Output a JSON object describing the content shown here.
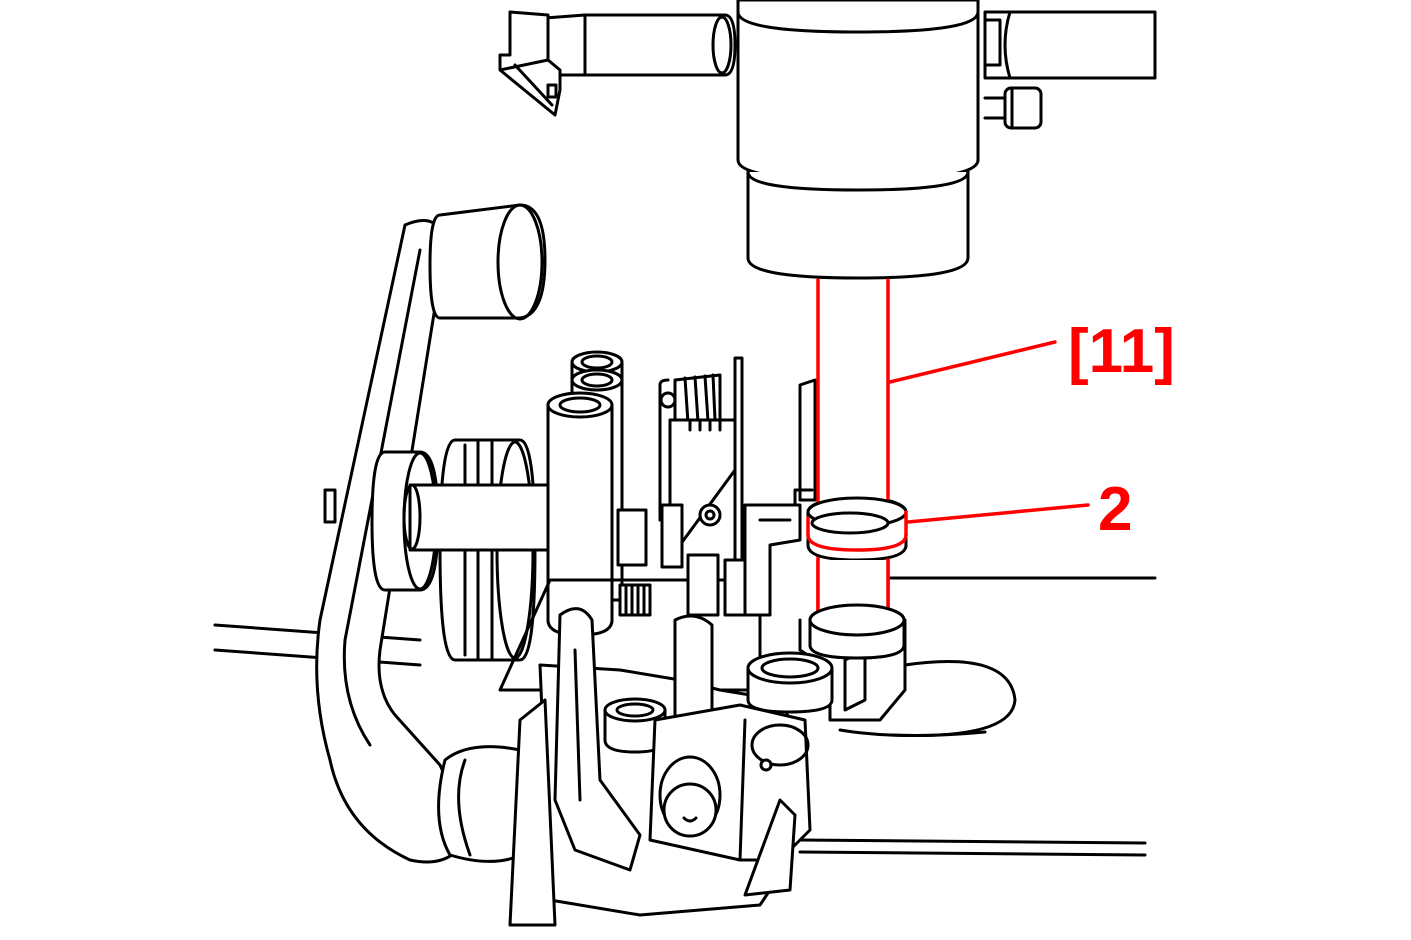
{
  "callouts": [
    {
      "id": "shaft",
      "label": "[11]"
    },
    {
      "id": "collar",
      "label": "2"
    }
  ],
  "colors": {
    "line_art": "#000000",
    "highlight": "#ff0000",
    "background": "#ffffff"
  }
}
